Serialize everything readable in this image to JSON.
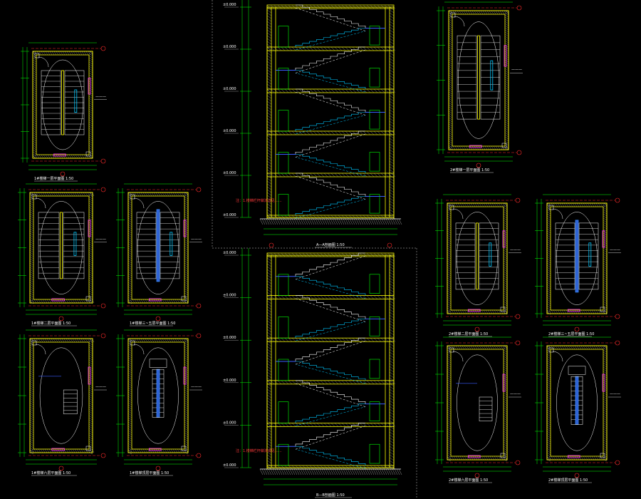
{
  "colors": {
    "background": "#000000",
    "wall": "#ffff00",
    "hatch": "#c0c0c0",
    "axis_red": "#ff2b2b",
    "dim_green": "#00ff00",
    "stair_cyan": "#00c8ff",
    "stair_blue": "#3a5cff",
    "magenta": "#ff30ff",
    "white": "#ffffff",
    "bar_blue": "#3a8cff"
  },
  "plans": [
    {
      "id": "plan-left-top",
      "title": "1#楼梯一层平面图 1:50",
      "stair": "single"
    },
    {
      "id": "plan-left-mid-a",
      "title": "1#楼梯二层平面图 1:50",
      "stair": "single"
    },
    {
      "id": "plan-left-mid-b",
      "title": "1#楼梯三~五层平面图 1:50",
      "stair": "double"
    },
    {
      "id": "plan-left-bot-a",
      "title": "1#楼梯六层平面图 1:50",
      "stair": "empty"
    },
    {
      "id": "plan-left-bot-b",
      "title": "1#楼梯顶层平面图 1:50",
      "stair": "bar"
    },
    {
      "id": "plan-right-top",
      "title": "2#楼梯一层平面图 1:50",
      "stair": "single"
    },
    {
      "id": "plan-right-mid-a",
      "title": "2#楼梯二层平面图 1:50",
      "stair": "single"
    },
    {
      "id": "plan-right-mid-b",
      "title": "2#楼梯三~五层平面图 1:50",
      "stair": "double"
    },
    {
      "id": "plan-right-bot-a",
      "title": "2#楼梯六层平面图 1:50",
      "stair": "empty"
    },
    {
      "id": "plan-right-bot-b",
      "title": "2#楼梯顶层平面图 1:50",
      "stair": "bar"
    }
  ],
  "sections": [
    {
      "id": "section-top",
      "title": "A—A剖面图 1:50"
    },
    {
      "id": "section-bottom",
      "title": "B—B剖面图 1:50"
    }
  ],
  "notes": {
    "section_top_note": "注：1.楼梯栏杆做法详见……",
    "section_bottom_note": "注：1.楼梯栏杆做法详见……"
  }
}
